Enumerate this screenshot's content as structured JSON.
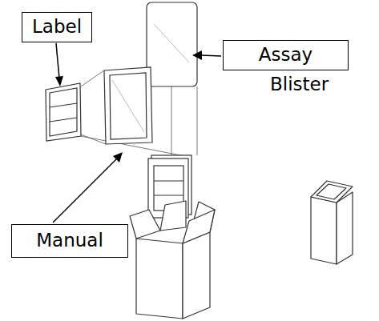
{
  "diagram": {
    "nodes": [
      {
        "text": [
          "Label"
        ]
      },
      {
        "text": [
          "Assay"
        ]
      },
      {
        "text": [
          "Manual"
        ]
      }
    ],
    "labels": [
      "Blister"
    ]
  }
}
